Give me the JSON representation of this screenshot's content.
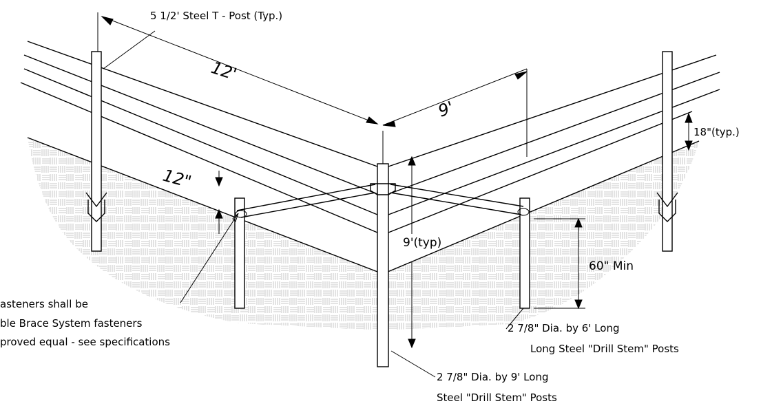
{
  "labels": {
    "tpost": "5 1/2' Steel T - Post (Typ.)",
    "span_left": "12'",
    "span_right": "9'",
    "wire_spacing": "18\"(typ.)",
    "top_offset": "12\"",
    "post_length": "9'(typ)",
    "embed_min": "60\" Min",
    "note_line1": "asteners shall be",
    "note_line2": "ble Brace System fasteners",
    "note_line3": "proved equal - see specifications",
    "drill6_line1": "2 7/8\" Dia. by 6' Long",
    "drill6_line2": "Long Steel \"Drill Stem\" Posts",
    "drill9_line1": "2 7/8\" Dia. by 9' Long",
    "drill9_line2": "Steel \"Drill Stem\" Posts"
  }
}
